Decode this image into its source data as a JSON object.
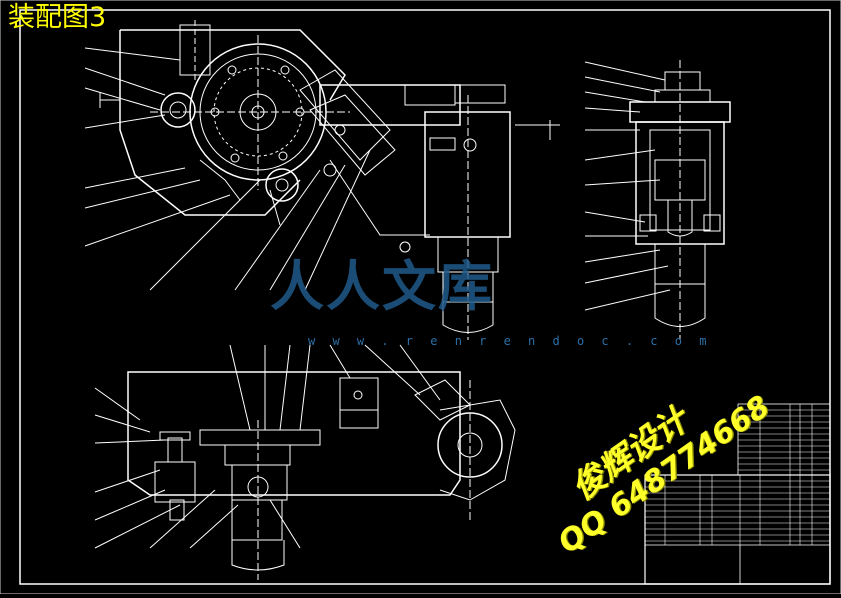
{
  "drawing": {
    "title": "装配图3"
  },
  "watermark": {
    "site_name": "人人文库",
    "site_url": "w w w . r e n r e n d o c . c o m"
  },
  "designer_stamp": {
    "line1": "俊辉设计",
    "line2": "QQ 648774668"
  },
  "colors": {
    "background": "#000000",
    "lines": "#ffffff",
    "title": "#ffff00",
    "watermark": "#1f5a8a",
    "stamp": "#ffff2a"
  }
}
